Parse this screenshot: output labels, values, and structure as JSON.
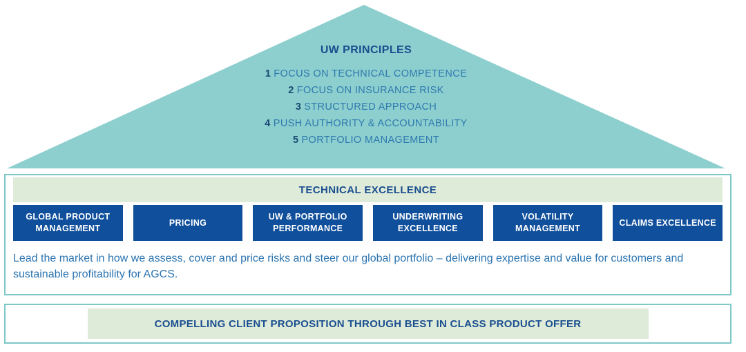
{
  "pyramid": {
    "title": "UW PRINCIPLES",
    "principles": [
      {
        "number": "1",
        "text": "FOCUS ON TECHNICAL COMPETENCE"
      },
      {
        "number": "2",
        "text": "FOCUS ON INSURANCE RISK"
      },
      {
        "number": "3",
        "text": "STRUCTURED APPROACH"
      },
      {
        "number": "4",
        "text": "PUSH AUTHORITY & ACCOUNTABILITY"
      },
      {
        "number": "5",
        "text": "PORTFOLIO MANAGEMENT"
      }
    ]
  },
  "technical_excellence": {
    "title": "TECHNICAL EXCELLENCE",
    "pillars": [
      "GLOBAL PRODUCT MANAGEMENT",
      "PRICING",
      "UW & PORTFOLIO PERFORMANCE",
      "UNDERWRITING EXCELLENCE",
      "VOLATILITY MANAGEMENT",
      "CLAIMS EXCELLENCE"
    ],
    "description": "Lead the market in how we assess, cover and price risks and steer our global portfolio – delivering expertise and value for customers and sustainable profitability for AGCS."
  },
  "bottom_banner": {
    "text": "COMPELLING CLIENT PROPOSITION THROUGH BEST IN CLASS PRODUCT OFFER"
  },
  "colors": {
    "teal": "#8DCFCE",
    "teal_border": "#7EC8C7",
    "light_green": "#DEEBD9",
    "pillar_blue": "#0F4F9C",
    "heading_blue": "#1A4E8F",
    "list_text_blue": "#2E79AF",
    "number_blue": "#1A4A74",
    "paragraph_blue": "#2B74B0"
  }
}
